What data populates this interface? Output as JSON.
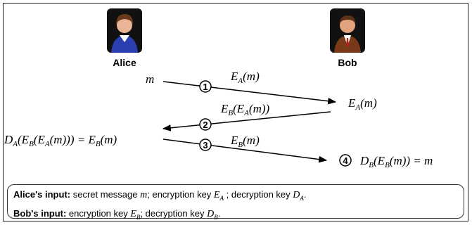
{
  "actors": {
    "alice": {
      "name": "Alice",
      "icon": "woman-avatar-icon"
    },
    "bob": {
      "name": "Bob",
      "icon": "man-avatar-icon"
    }
  },
  "steps": [
    {
      "number": "1",
      "message": "E_A(m)"
    },
    {
      "number": "2",
      "message": "E_B(E_A(m))"
    },
    {
      "number": "3",
      "message": "E_B(m)"
    },
    {
      "number": "4",
      "result": "D_B(E_B(m)) = m"
    }
  ],
  "labels": {
    "alice_start": "m",
    "bob_receives": "E_A(m)",
    "alice_decrypt": "D_A(E_B(E_A(m))) = E_B(m)"
  },
  "inputs": {
    "alice_heading": "Alice's input:",
    "alice_text_1": "secret message",
    "alice_text_2": "; encryption key",
    "alice_text_3": "; decryption key",
    "bob_heading": "Bob's input:",
    "bob_text_1": "encryption key",
    "bob_text_2": "; decryption key"
  },
  "colors": {
    "stroke": "#000000",
    "alice_shirt": "#2b3fb0",
    "bob_suit": "#7a3a1a",
    "icon_bg": "#111111"
  }
}
